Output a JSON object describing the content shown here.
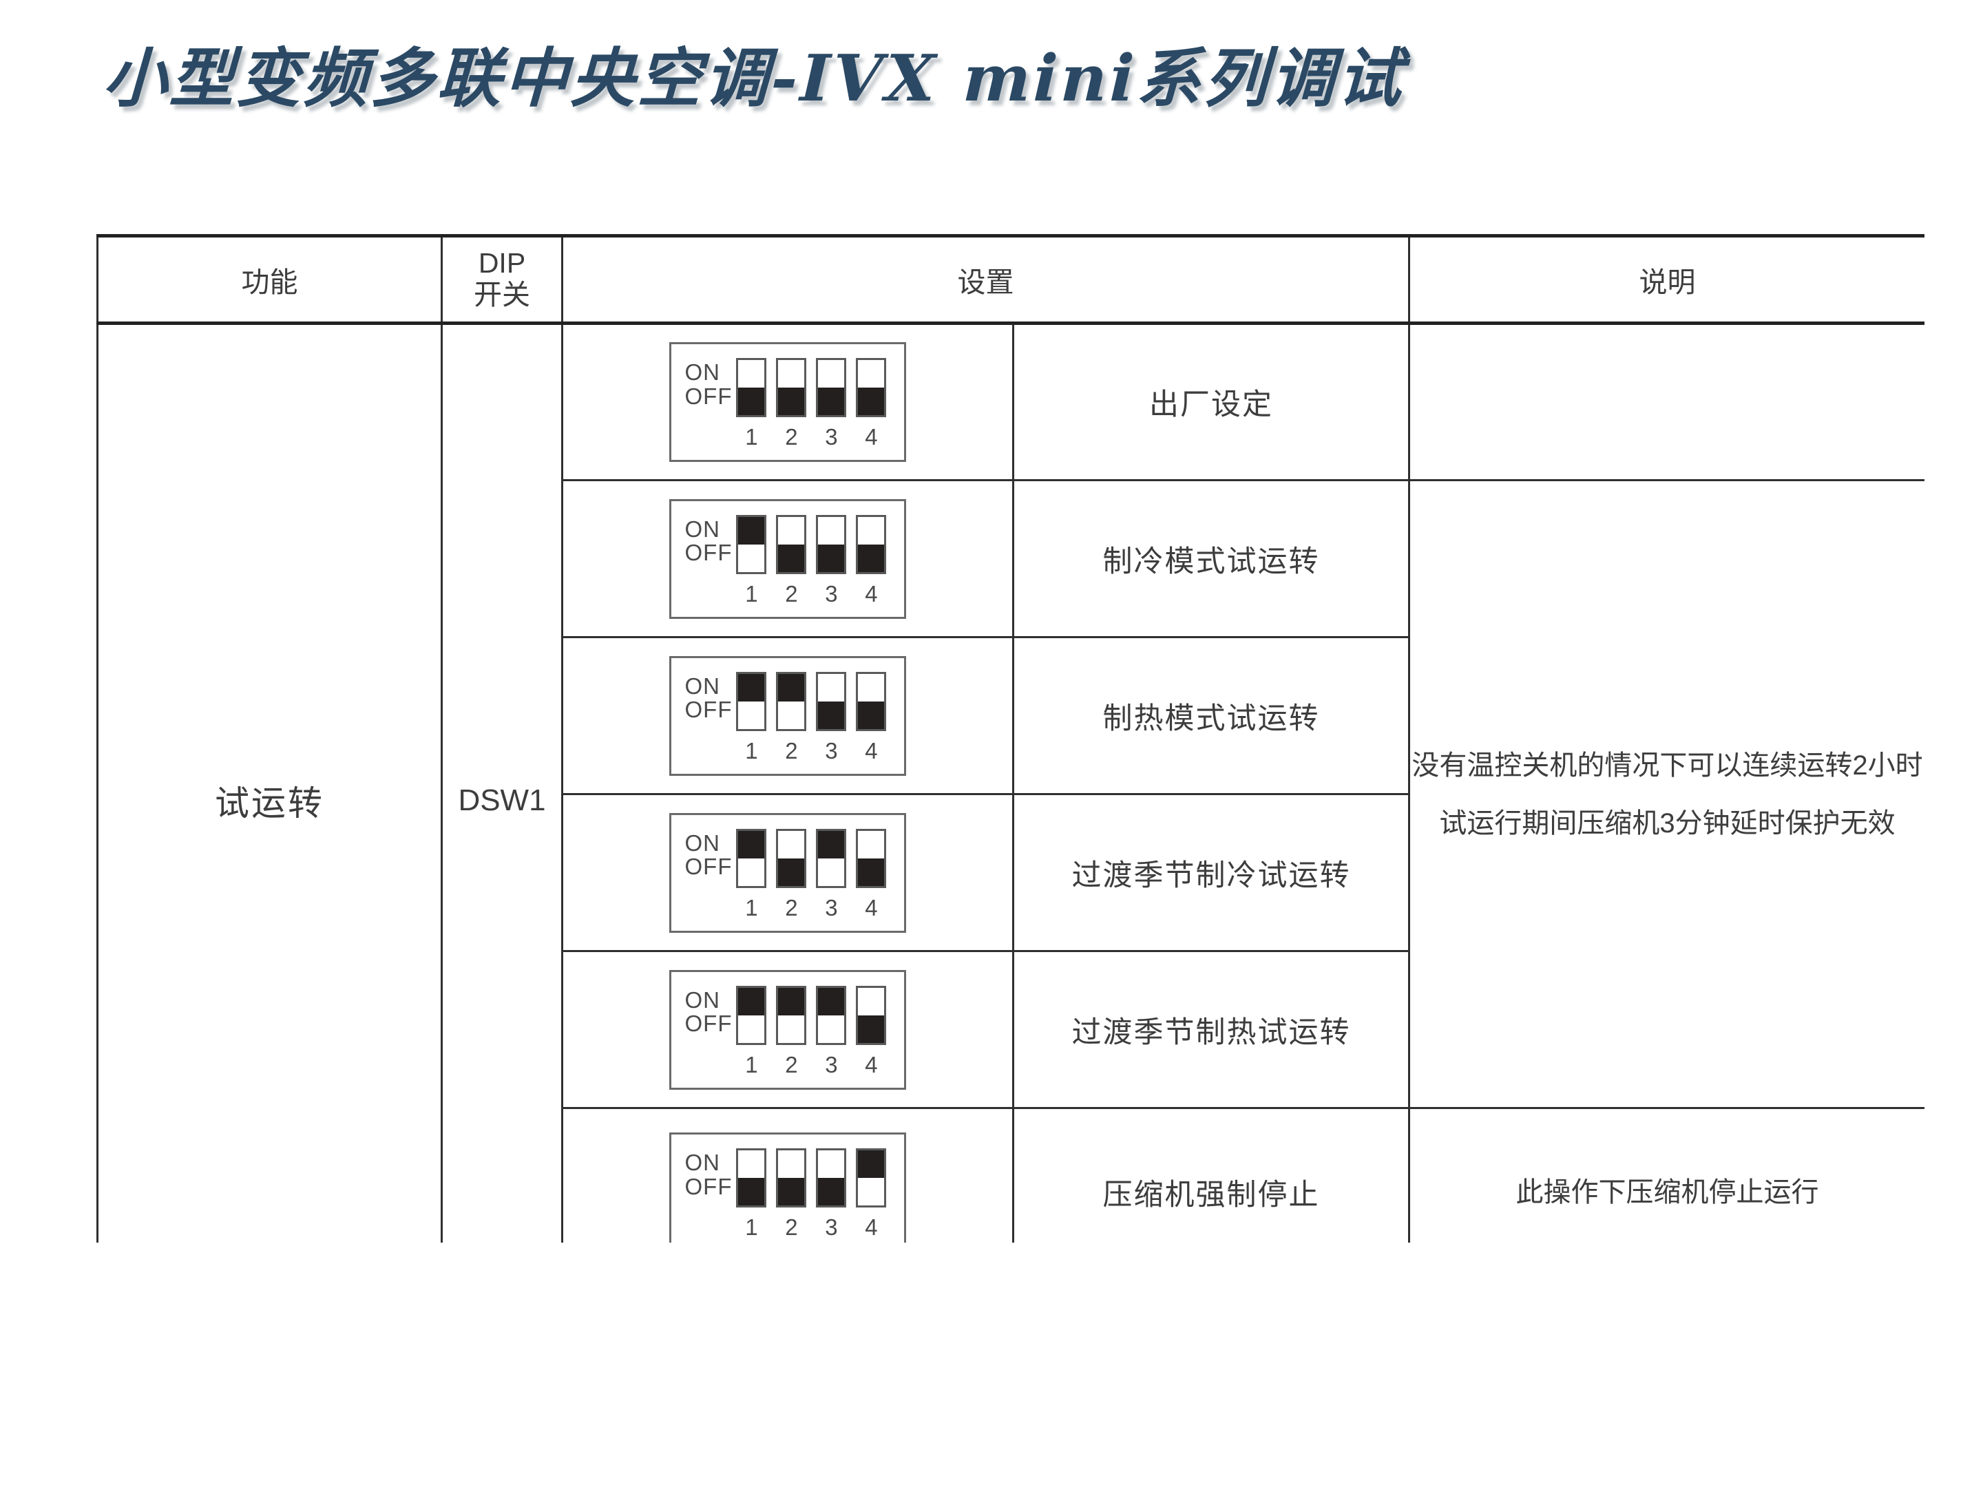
{
  "slide": {
    "title": "小型变频多联中央空调-IVX mini系列调试",
    "title_color": "#2b4964"
  },
  "table": {
    "headers": {
      "function": "功能",
      "dip_line1": "DIP",
      "dip_line2": "开关",
      "setting": "设置",
      "description": "说明"
    },
    "function_cell": "试运转",
    "dip_cell": "DSW1",
    "switch_labels": {
      "on": "ON",
      "off": "OFF"
    },
    "switch_numbers": [
      "1",
      "2",
      "3",
      "4"
    ],
    "rows": [
      {
        "states": [
          "off",
          "off",
          "off",
          "off"
        ],
        "setting_label": "出厂设定"
      },
      {
        "states": [
          "on",
          "off",
          "off",
          "off"
        ],
        "setting_label": "制冷模式试运转"
      },
      {
        "states": [
          "on",
          "on",
          "off",
          "off"
        ],
        "setting_label": "制热模式试运转"
      },
      {
        "states": [
          "on",
          "off",
          "on",
          "off"
        ],
        "setting_label": "过渡季节制冷试运转"
      },
      {
        "states": [
          "on",
          "on",
          "on",
          "off"
        ],
        "setting_label": "过渡季节制热试运转"
      },
      {
        "states": [
          "off",
          "off",
          "off",
          "on"
        ],
        "setting_label": "压缩机强制停止"
      }
    ],
    "description_merged": {
      "line1": "没有温控关机的情况下可以连续运转2小时",
      "line2": "试运行期间压缩机3分钟延时保护无效"
    },
    "description_last": "此操作下压缩机停止运行"
  }
}
